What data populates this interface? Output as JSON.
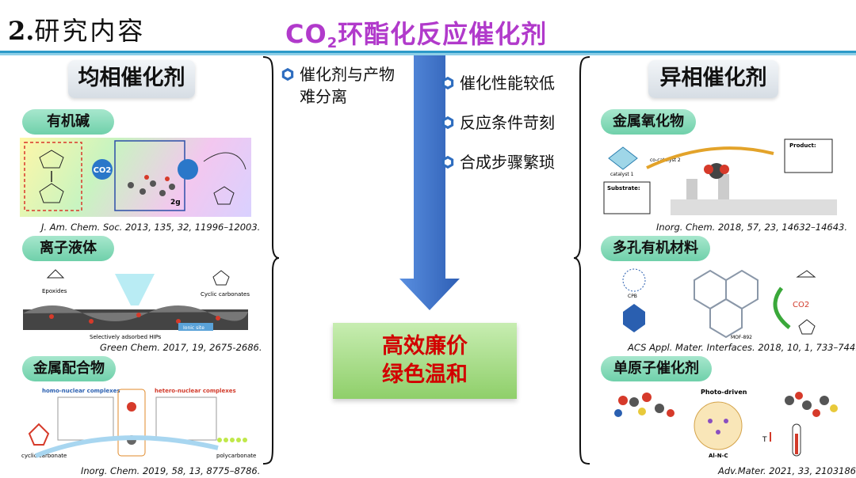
{
  "header": {
    "number": "2.",
    "title": "研究内容",
    "main_title_pre": "CO",
    "main_title_sub": "2",
    "main_title_post": "环酯化反应催化剂"
  },
  "left": {
    "heading": "均相催化剂",
    "cat1": {
      "label": "有机碱",
      "cite": "J. Am. Chem. Soc. 2013, 135, 32, 11996–12003."
    },
    "cat2": {
      "label": "离子液体",
      "cite": "Green Chem. 2017, 19, 2675-2686.",
      "fig": {
        "epoxides": "Epoxides",
        "cyclic": "Cyclic carbonates",
        "adsorbed": "Selectively adsorbed HIPs",
        "ionic": "Ionic site"
      }
    },
    "cat3": {
      "label": "金属配合物",
      "cite": "Inorg. Chem. 2019, 58, 13, 8775–8786.",
      "fig": {
        "homo": "homo-nuclear complexes",
        "hetero": "hetero-nuclear complexes",
        "cyclic": "cyclic carbonate",
        "poly": "polycarbonate"
      }
    },
    "fig1": {
      "co2": "CO2",
      "label2g": "2g"
    }
  },
  "middle": {
    "left_bullets": [
      "催化剂与产物",
      "难分离"
    ],
    "right_bullets": [
      "催化性能较低",
      "反应条件苛刻",
      "合成步骤繁琐"
    ],
    "result": [
      "高效廉价",
      "绿色温和"
    ]
  },
  "right": {
    "heading": "异相催化剂",
    "cat1": {
      "label": "金属氧化物",
      "cite": "Inorg. Chem. 2018, 57, 23, 14632–14643.",
      "fig": {
        "product": "Product:",
        "substrate": "Substrate:",
        "cocat": "co-catalyst 2",
        "catalyst": "catalyst 1"
      }
    },
    "cat2": {
      "label": "多孔有机材料",
      "cite": "ACS Appl. Mater. Interfaces. 2018, 10, 1, 733–744.",
      "fig": {
        "co2": "CO2",
        "mof": "MOF-892",
        "cpb": "CPB"
      }
    },
    "cat3": {
      "label": "单原子催化剂",
      "cite": "Adv.Mater. 2021, 33, 2103186.",
      "fig": {
        "photo": "Photo-driven",
        "aln": "Al-N-C",
        "T": "T"
      }
    }
  },
  "colors": {
    "title": "#b13acb",
    "rule": "#2d9ac8",
    "pill": "#7fd7b4",
    "arrow": "#3a6fc4",
    "result_text": "#d20000"
  }
}
